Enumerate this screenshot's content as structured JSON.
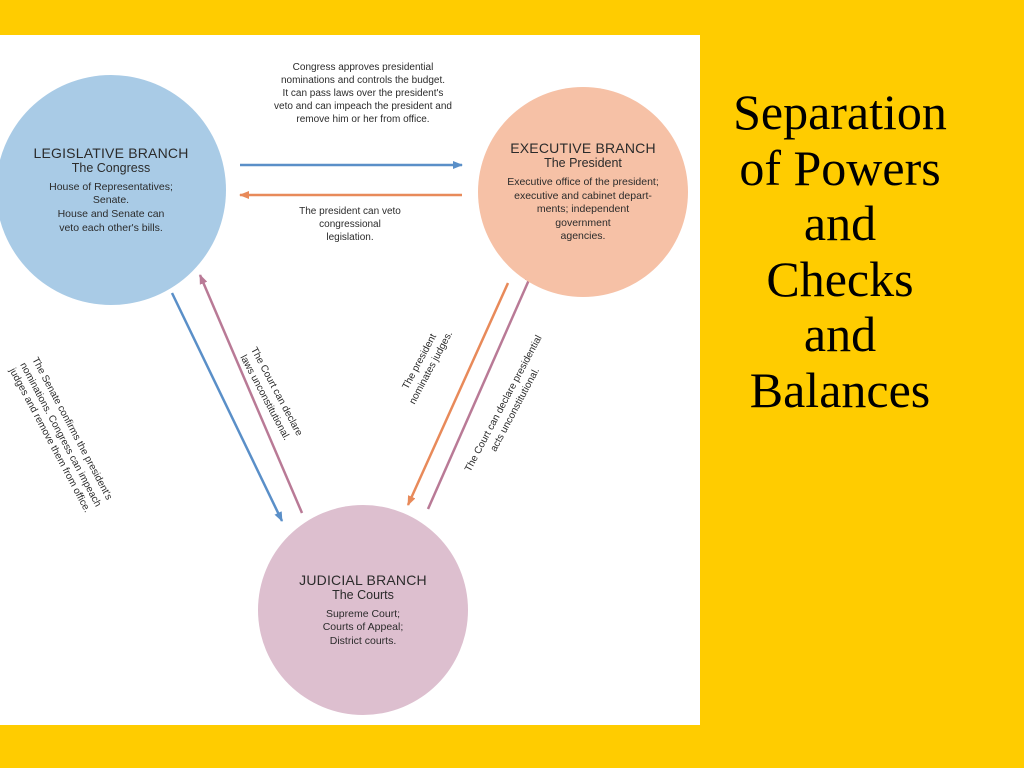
{
  "title_lines": [
    "Separation",
    "of Powers",
    "and",
    "Checks",
    "and",
    "Balances"
  ],
  "colors": {
    "background": "#FFCC00",
    "legislative": "#A9CBE6",
    "executive": "#F6C1A6",
    "judicial": "#DDBFCF",
    "arrow_blue": "#5A8FC8",
    "arrow_orange": "#E88A5A",
    "arrow_mauve": "#B97A96"
  },
  "legislative": {
    "title": "LEGISLATIVE BRANCH",
    "subtitle": "The Congress",
    "desc_1": "House of Representatives;",
    "desc_2": "Senate.",
    "desc_3": "House and Senate can",
    "desc_4": "veto each other's bills."
  },
  "executive": {
    "title": "EXECUTIVE BRANCH",
    "subtitle": "The President",
    "desc_1": "Executive office of the president;",
    "desc_2": "executive and cabinet depart-",
    "desc_3": "ments; independent",
    "desc_4": "government",
    "desc_5": "agencies."
  },
  "judicial": {
    "title": "JUDICIAL BRANCH",
    "subtitle": "The Courts",
    "desc_1": "Supreme Court;",
    "desc_2": "Courts of Appeal;",
    "desc_3": "District courts."
  },
  "checks": {
    "congress_on_president": [
      "Congress approves presidential",
      "nominations and controls the budget.",
      "It can pass laws over the president's",
      "veto and can impeach the president and",
      "remove him or her from office."
    ],
    "president_on_congress": [
      "The president can veto",
      "congressional",
      "legislation."
    ],
    "senate_on_courts": [
      "The Senate confirms the president's",
      "nominations. Congress can impeach",
      "judges and remove them from office."
    ],
    "courts_on_congress": [
      "The Court can declare",
      "laws unconstitutional."
    ],
    "president_on_courts": [
      "The president",
      "nominates judges."
    ],
    "courts_on_president": [
      "The Court can declare presidential",
      "acts unconstitutional."
    ]
  }
}
